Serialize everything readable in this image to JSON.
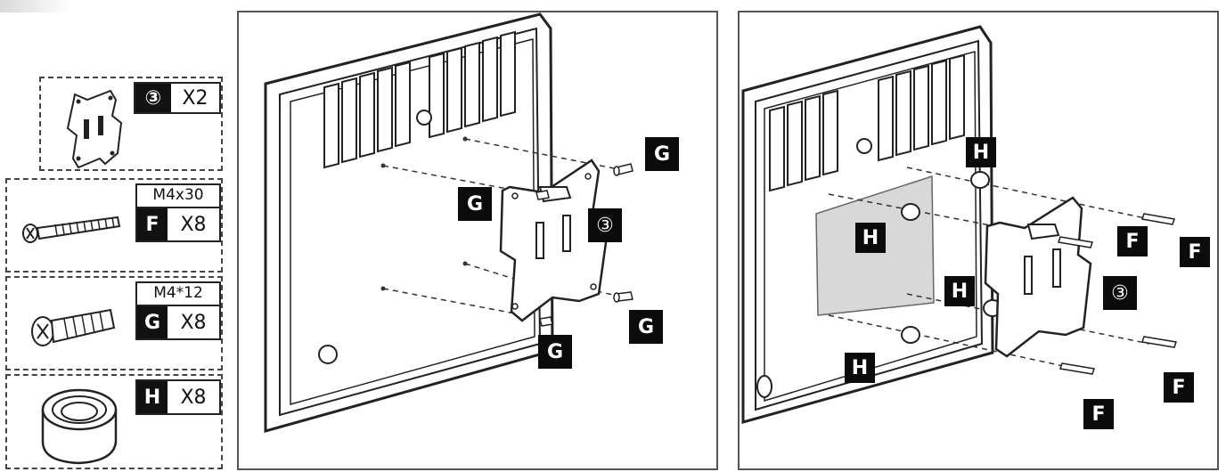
{
  "parts": [
    {
      "id": "plate",
      "qty_key": "③",
      "qty": "X2",
      "icon": "vesa-plate-icon"
    },
    {
      "id": "F",
      "size": "M4x30",
      "qty_key": "F",
      "qty": "X8",
      "icon": "long-screw-icon"
    },
    {
      "id": "G",
      "size": "M4*12",
      "qty_key": "G",
      "qty": "X8",
      "icon": "short-screw-icon"
    },
    {
      "id": "H",
      "qty_key": "H",
      "qty": "X8",
      "icon": "spacer-icon"
    }
  ],
  "step1": {
    "labels": {
      "g1": "G",
      "g2": "G",
      "g3": "G",
      "g4": "G",
      "plate": "③"
    }
  },
  "step2": {
    "labels": {
      "h1": "H",
      "h2": "H",
      "h3": "H",
      "h4": "H",
      "f1": "F",
      "f2": "F",
      "f3": "F",
      "f4": "F",
      "plate": "③"
    }
  }
}
